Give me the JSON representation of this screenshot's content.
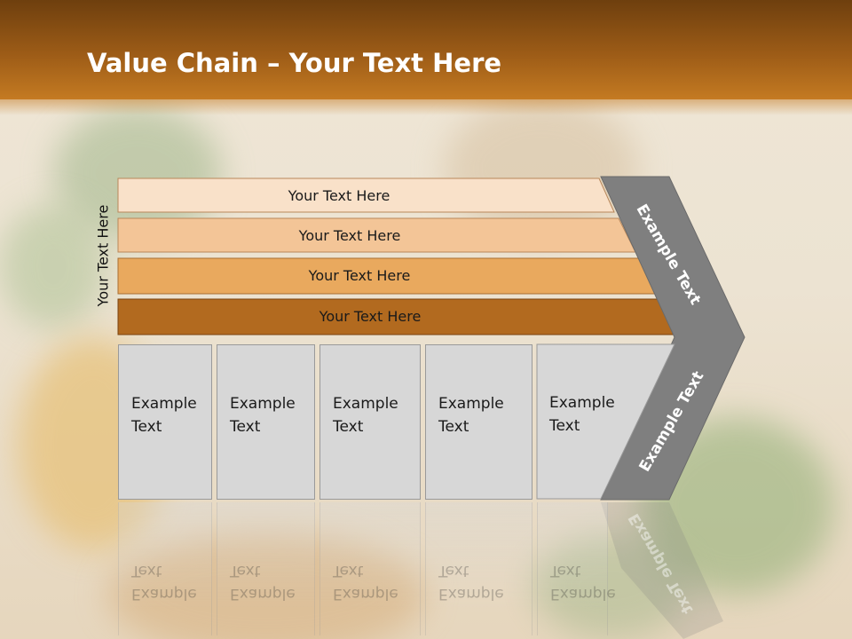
{
  "slide": {
    "title_bold": "Value Chain",
    "title_rest": " – Your Text Here",
    "side_label": "Your Text Here"
  },
  "bands": [
    {
      "label": "Your Text Here",
      "color": "#f9e1c9"
    },
    {
      "label": "Your Text Here",
      "color": "#f3c597"
    },
    {
      "label": "Your Text Here",
      "color": "#e9a95e"
    },
    {
      "label": "Your Text Here",
      "color": "#b26a1f"
    }
  ],
  "columns": [
    {
      "label": "Example\nText"
    },
    {
      "label": "Example\nText"
    },
    {
      "label": "Example\nText"
    },
    {
      "label": "Example\nText"
    },
    {
      "label": "Example\nText"
    }
  ],
  "chevron": {
    "upper_label": "Example Text",
    "lower_label": "Example Text",
    "color": "#7f7f7f"
  },
  "colors": {
    "header": "#9d5c17",
    "column_fill": "#d7d7d7"
  }
}
